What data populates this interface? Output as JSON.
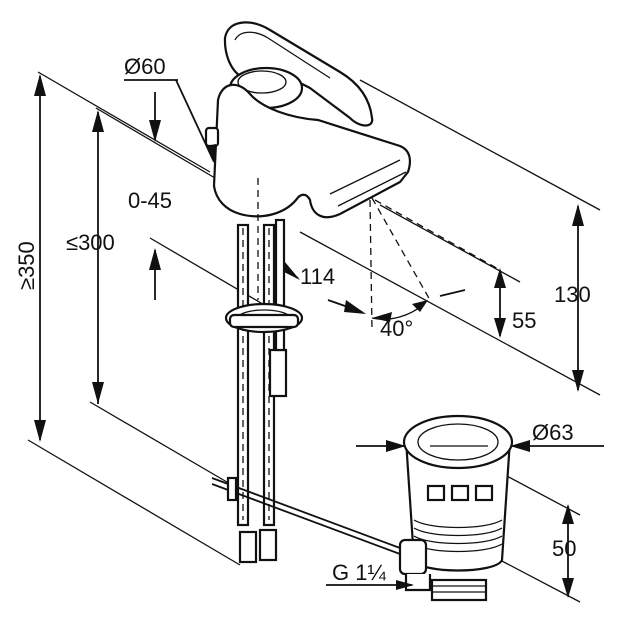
{
  "diagram": {
    "dimensions": {
      "spout_diameter": "Ø60",
      "height_min": "≥350",
      "height_max": "≤300",
      "angle_range": "0-45",
      "reach": "114",
      "spout_angle": "40°",
      "spout_height": "55",
      "total_height": "130",
      "waste_diameter": "Ø63",
      "waste_height": "50",
      "thread": "G 1¼"
    }
  }
}
